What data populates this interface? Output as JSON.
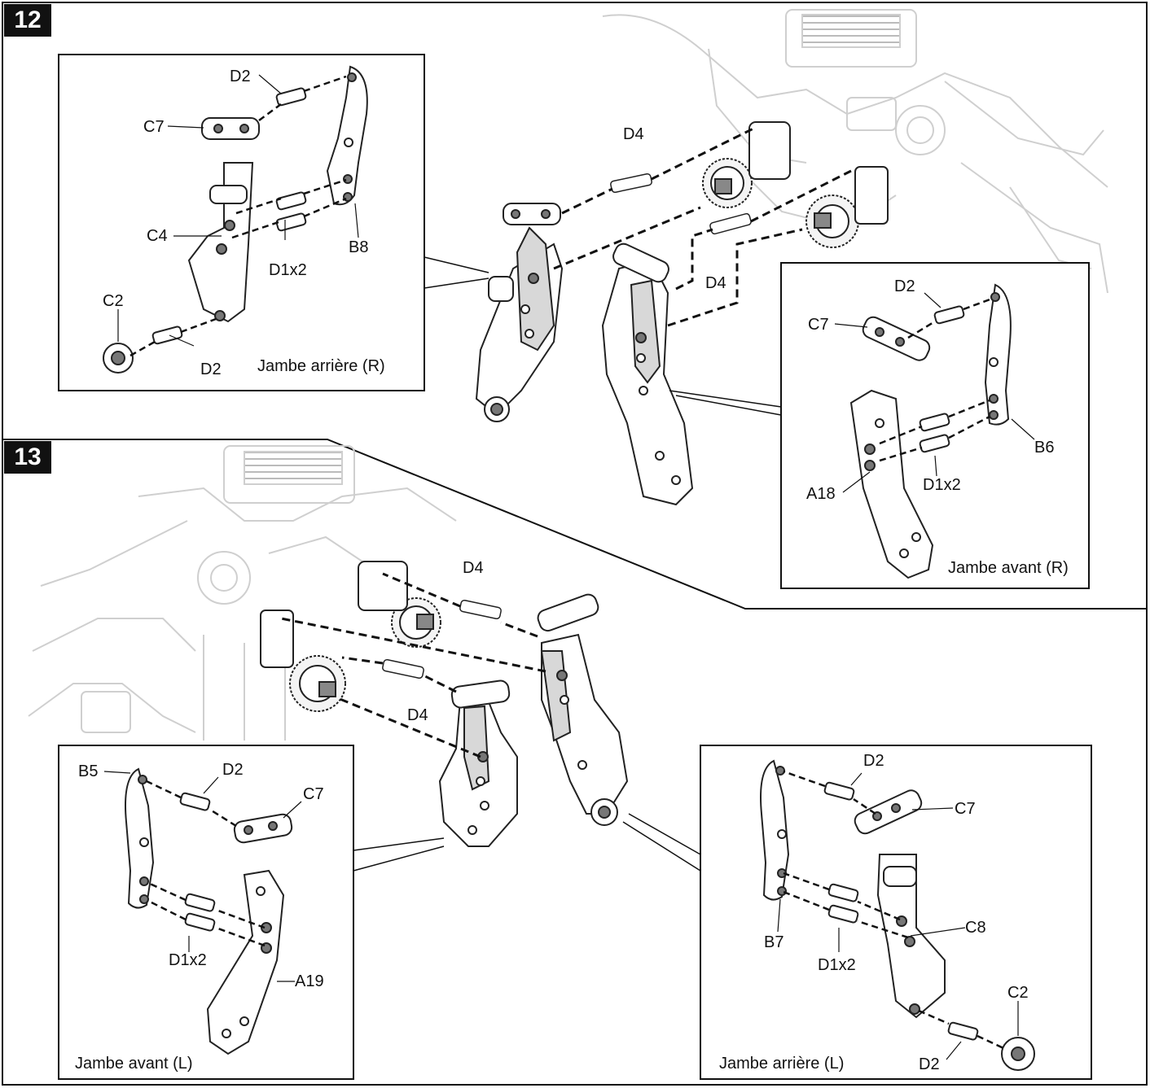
{
  "steps": [
    {
      "number": "12",
      "main_labels": [
        "D4",
        "D4"
      ],
      "insets": [
        {
          "caption": "Jambe arrière (R)",
          "labels": [
            "D2",
            "C7",
            "C4",
            "D1x2",
            "B8",
            "C2",
            "D2"
          ]
        },
        {
          "caption": "Jambe avant (R)",
          "labels": [
            "D2",
            "C7",
            "B6",
            "D1x2",
            "A18"
          ]
        }
      ]
    },
    {
      "number": "13",
      "main_labels": [
        "D4",
        "D4"
      ],
      "insets": [
        {
          "caption": "Jambe avant (L)",
          "labels": [
            "B5",
            "D2",
            "C7",
            "D1x2",
            "A19"
          ]
        },
        {
          "caption": "Jambe arrière (L)",
          "labels": [
            "D2",
            "C7",
            "C8",
            "B7",
            "D1x2",
            "C2",
            "D2"
          ]
        }
      ]
    }
  ]
}
